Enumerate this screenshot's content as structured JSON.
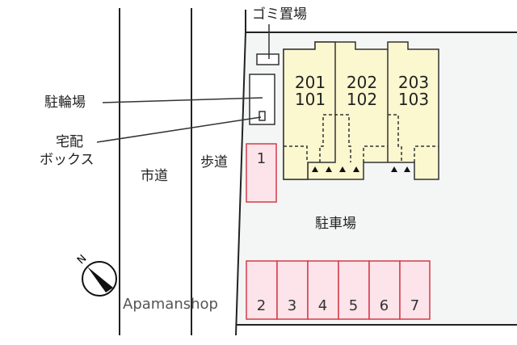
{
  "labels": {
    "garbage": "ゴミ置場",
    "bicycle": "駐輪場",
    "delivery_box_1": "宅配",
    "delivery_box_2": "ボックス",
    "city_road": "市道",
    "sidewalk": "歩道",
    "parking_lot": "駐車場",
    "north": "N"
  },
  "units": [
    {
      "upper": "201",
      "lower": "101"
    },
    {
      "upper": "202",
      "lower": "102"
    },
    {
      "upper": "203",
      "lower": "103"
    }
  ],
  "parking_spaces": [
    "1",
    "2",
    "3",
    "4",
    "5",
    "6",
    "7"
  ],
  "watermark": "Apamanshop",
  "colors": {
    "building": "#fbf7cf",
    "parking": "#fde3ea",
    "parking_border": "#d23c4a",
    "lot": "#f4f5f5"
  }
}
